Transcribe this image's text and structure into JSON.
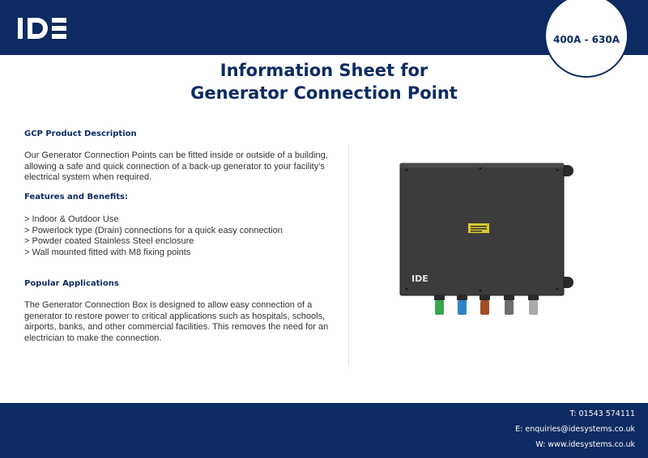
{
  "brand": {
    "logo_text": "IDE"
  },
  "badge": {
    "text": "400A - 630A"
  },
  "title": {
    "line1": "Information Sheet for",
    "line2": "Generator Connection Point"
  },
  "sections": {
    "description": {
      "heading": "GCP Product Description",
      "body": "Our Generator Connection Points can be fitted inside or outside of a building, allowing a safe and quick connection of a back-up generator to your facility's electrical system when required."
    },
    "features": {
      "heading": "Features and Benefits:",
      "items": [
        "> Indoor & Outdoor Use",
        "> Powerlock type (Drain) connections for a quick easy connection",
        "> Powder coated Stainless Steel enclosure",
        "> Wall mounted fitted with M8 fixing points"
      ]
    },
    "applications": {
      "heading": "Popular Applications",
      "body": "The Generator Connection Box is designed to allow easy connection of a generator to restore power to critical applications such as hospitals, schools, airports, banks, and other commercial facilities. This removes the need for an electrician to make the connection."
    }
  },
  "product_image": {
    "logo_text": "IDE",
    "connector_colors": [
      "#3aa64a",
      "#2d84c7",
      "#a04d24",
      "#6d6d6d",
      "#a9a9a9"
    ]
  },
  "footer": {
    "phone": "T: 01543 574111",
    "email": "E:  enquiries@idesystems.co.uk",
    "web": "W: www.idesystems.co.uk"
  }
}
